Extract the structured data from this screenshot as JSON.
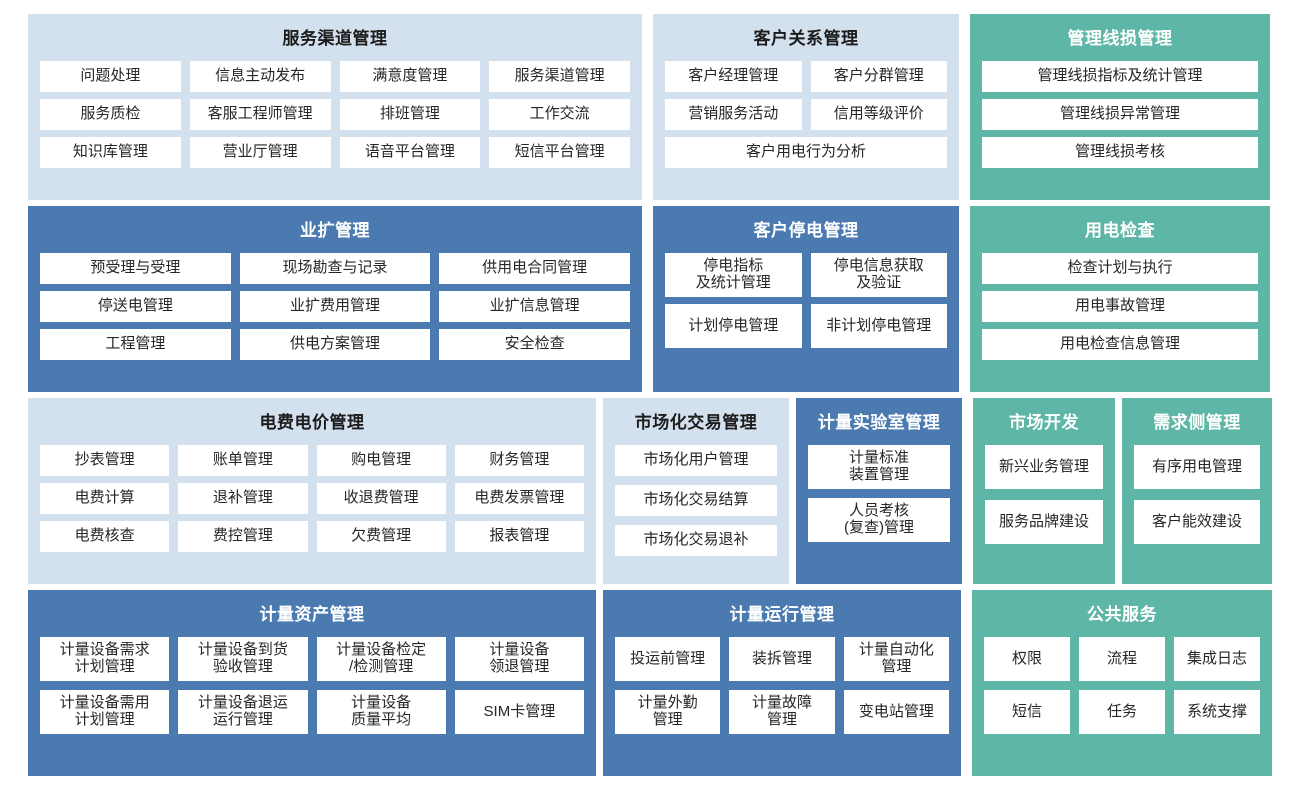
{
  "theme": {
    "background": "#ffffff",
    "panel_light_blue": "#d3e0ee",
    "panel_blue": "#4a7ab0",
    "panel_teal": "#5eb6a6",
    "cell_background": "#ffffff",
    "cell_text": "#262626",
    "title_dark": "#1c1c1c",
    "title_light": "#ffffff"
  },
  "rows": [
    {
      "id": "row1",
      "panels": [
        {
          "id": "service-channel",
          "style": "blue-light",
          "title": "服务渠道管理",
          "items": [
            "问题处理",
            "信息主动发布",
            "满意度管理",
            "服务渠道管理",
            "服务质检",
            "客服工程师管理",
            "排班管理",
            "工作交流",
            "知识库管理",
            "营业厅管理",
            "语音平台管理",
            "短信平台管理"
          ]
        },
        {
          "id": "customer-relationship",
          "style": "blue-light",
          "title": "客户关系管理",
          "items": [
            "客户经理管理",
            "客户分群管理",
            "营销服务活动",
            "信用等级评价",
            "客户用电行为分析"
          ]
        },
        {
          "id": "line-loss",
          "style": "teal",
          "title": "管理线损管理",
          "items": [
            "管理线损指标及统计管理",
            "管理线损异常管理",
            "管理线损考核"
          ]
        }
      ]
    },
    {
      "id": "row2",
      "panels": [
        {
          "id": "expansion",
          "style": "blue-dark",
          "title": "业扩管理",
          "items": [
            "预受理与受理",
            "现场勘查与记录",
            "供用电合同管理",
            "停送电管理",
            "业扩费用管理",
            "业扩信息管理",
            "工程管理",
            "供电方案管理",
            "安全检查"
          ]
        },
        {
          "id": "customer-outage",
          "style": "blue-dark",
          "title": "客户停电管理",
          "items": [
            "停电指标\n及统计管理",
            "停电信息获取\n及验证",
            "计划停电管理",
            "非计划停电管理"
          ]
        },
        {
          "id": "power-inspection",
          "style": "teal",
          "title": "用电检查",
          "items": [
            "检查计划与执行",
            "用电事故管理",
            "用电检查信息管理"
          ]
        }
      ]
    },
    {
      "id": "row3",
      "panels": [
        {
          "id": "tariff",
          "style": "blue-light",
          "title": "电费电价管理",
          "items": [
            "抄表管理",
            "账单管理",
            "购电管理",
            "财务管理",
            "电费计算",
            "退补管理",
            "收退费管理",
            "电费发票管理",
            "电费核查",
            "费控管理",
            "欠费管理",
            "报表管理"
          ]
        },
        {
          "id": "market-trading",
          "style": "blue-light",
          "title": "市场化交易管理",
          "items": [
            "市场化用户管理",
            "市场化交易结算",
            "市场化交易退补"
          ]
        },
        {
          "id": "metering-lab",
          "style": "blue-dark",
          "title": "计量实验室管理",
          "items": [
            "计量标准\n装置管理",
            "人员考核\n(复查)管理"
          ]
        },
        {
          "id": "market-development",
          "style": "teal",
          "title": "市场开发",
          "items": [
            "新兴业务管理",
            "服务品牌建设"
          ]
        },
        {
          "id": "demand-side",
          "style": "teal",
          "title": "需求侧管理",
          "items": [
            "有序用电管理",
            "客户能效建设"
          ]
        }
      ]
    },
    {
      "id": "row4",
      "panels": [
        {
          "id": "metering-asset",
          "style": "blue-dark",
          "title": "计量资产管理",
          "items": [
            "计量设备需求\n计划管理",
            "计量设备到货\n验收管理",
            "计量设备检定\n/检测管理",
            "计量设备\n领退管理",
            "计量设备需用\n计划管理",
            "计量设备退运\n运行管理",
            "计量设备\n质量平均",
            "SIM卡管理"
          ]
        },
        {
          "id": "metering-operation",
          "style": "blue-dark",
          "title": "计量运行管理",
          "items": [
            "投运前管理",
            "装拆管理",
            "计量自动化\n管理",
            "计量外勤\n管理",
            "计量故障\n管理",
            "变电站管理"
          ]
        },
        {
          "id": "public-service",
          "style": "teal",
          "title": "公共服务",
          "items": [
            "权限",
            "流程",
            "集成日志",
            "短信",
            "任务",
            "系统支撑"
          ]
        }
      ]
    }
  ]
}
